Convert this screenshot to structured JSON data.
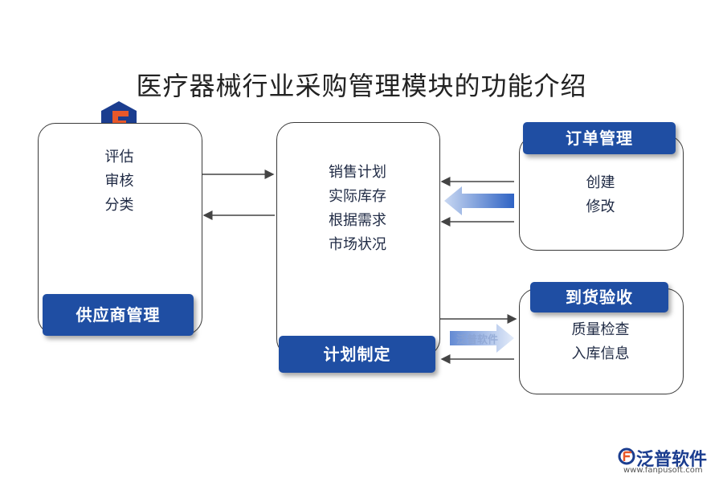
{
  "title": "医疗器械行业采购管理模块的功能介绍",
  "supplier": {
    "label": "供应商管理",
    "items": [
      "评估",
      "审核",
      "分类"
    ]
  },
  "plan": {
    "label": "计划制定",
    "items": [
      "销售计划",
      "实际库存",
      "根据需求",
      "市场状况"
    ]
  },
  "order": {
    "label": "订单管理",
    "items": [
      "创建",
      "修改"
    ]
  },
  "receipt": {
    "label": "到货验收",
    "items": [
      "质量检查",
      "入库信息"
    ]
  },
  "brand": {
    "name": "泛普软件",
    "url": "www.fanpusoft.com",
    "watermark": "泛普软件"
  },
  "colors": {
    "accent": "#1f4ea3",
    "logo_orange": "#e8582a"
  }
}
